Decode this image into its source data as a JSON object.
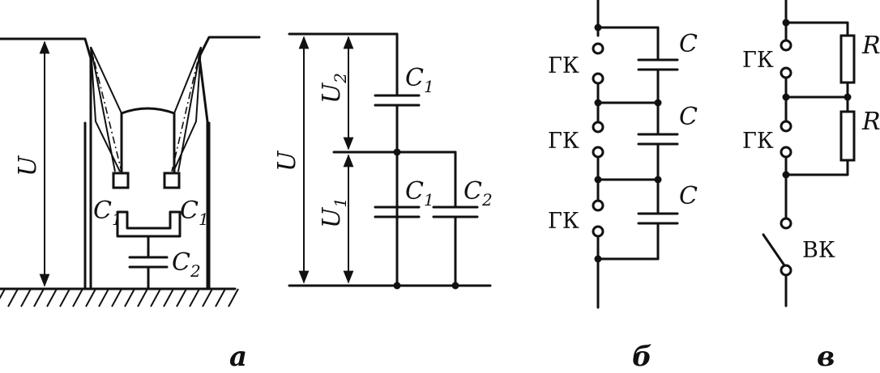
{
  "figure": {
    "panel_a": {
      "caption": "а",
      "voltage_total": "U",
      "voltage_upper": "U",
      "voltage_upper_sub": "2",
      "voltage_lower": "U",
      "voltage_lower_sub": "1",
      "cap_c1": "C",
      "cap_c1_sub": "1",
      "cap_c2": "C",
      "cap_c2_sub": "2"
    },
    "panel_b": {
      "caption": "б",
      "contact_label": "ГК",
      "cap_label": "C"
    },
    "panel_v": {
      "caption": "в",
      "contact_label": "ГК",
      "resistor_label": "R",
      "aux_contact_label": "ВК"
    }
  }
}
